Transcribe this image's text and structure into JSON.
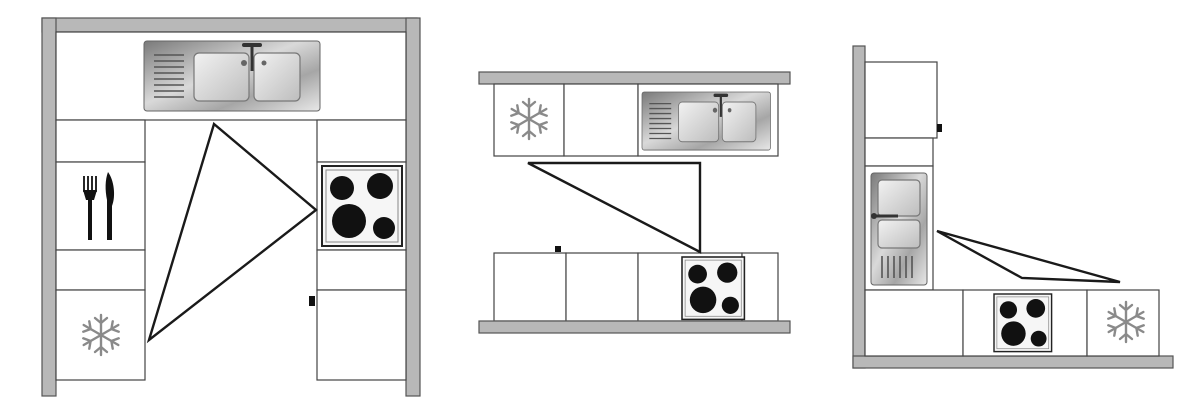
{
  "diagram": {
    "kind": "kitchen-work-triangle-floor-plans",
    "layouts": [
      {
        "id": "u-shaped",
        "fixtures": [
          "sink-icon",
          "cooktop-icon",
          "refrigerator-icon",
          "cutlery-icon"
        ],
        "triangle": true
      },
      {
        "id": "galley",
        "fixtures": [
          "refrigerator-icon",
          "sink-icon",
          "cooktop-icon"
        ],
        "triangle": true
      },
      {
        "id": "l-shaped",
        "fixtures": [
          "sink-icon",
          "cooktop-icon",
          "refrigerator-icon"
        ],
        "triangle": true
      }
    ],
    "colors": {
      "wall": "#b8b8b8",
      "wall_edge": "#555555",
      "line": "#444444",
      "triangle": "#1a1a1a",
      "burner": "#111111",
      "steel_dark": "#8c8c8c",
      "steel_light": "#e6e6e6",
      "snowflake": "#8a8a8a"
    }
  }
}
